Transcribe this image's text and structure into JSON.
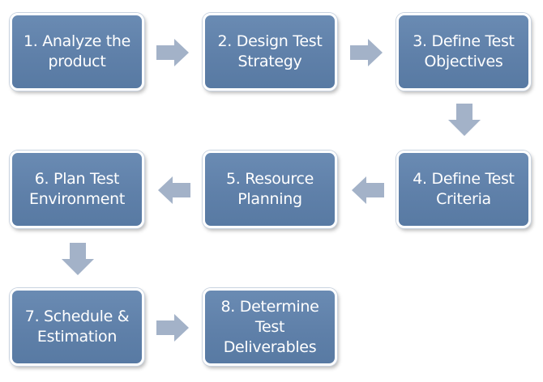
{
  "colors": {
    "box_fill": "#5f80a9",
    "box_border": "#ffffff",
    "box_text": "#ffffff",
    "arrow": "#a3b2c8",
    "background": "#ffffff"
  },
  "steps": [
    {
      "label": "1. Analyze the\nproduct"
    },
    {
      "label": "2. Design Test\nStrategy"
    },
    {
      "label": "3. Define Test\nObjectives"
    },
    {
      "label": "4. Define Test\nCriteria"
    },
    {
      "label": "5. Resource\nPlanning"
    },
    {
      "label": "6. Plan Test\nEnvironment"
    },
    {
      "label": "7. Schedule &\nEstimation"
    },
    {
      "label": "8. Determine Test\nDeliverables"
    }
  ],
  "arrows": [
    {
      "from": 1,
      "to": 2,
      "direction": "right"
    },
    {
      "from": 2,
      "to": 3,
      "direction": "right"
    },
    {
      "from": 3,
      "to": 4,
      "direction": "down"
    },
    {
      "from": 4,
      "to": 5,
      "direction": "left"
    },
    {
      "from": 5,
      "to": 6,
      "direction": "left"
    },
    {
      "from": 6,
      "to": 7,
      "direction": "down"
    },
    {
      "from": 7,
      "to": 8,
      "direction": "right"
    }
  ]
}
